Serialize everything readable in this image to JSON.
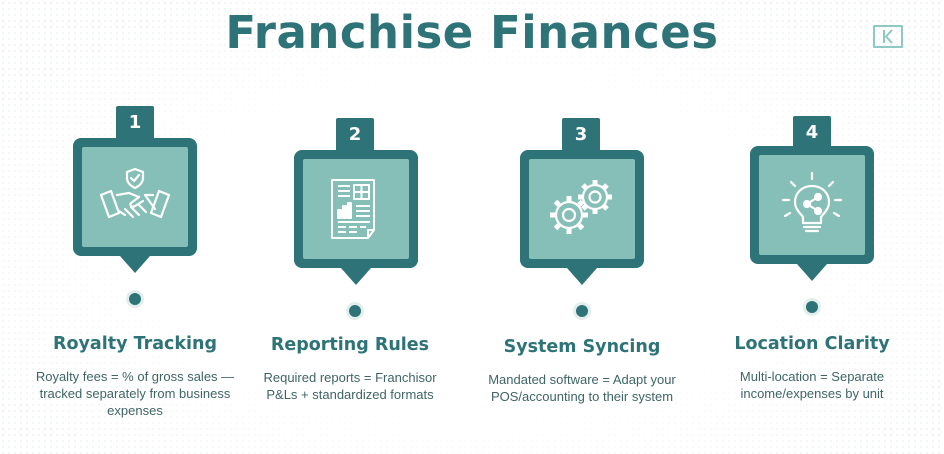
{
  "title": "Franchise Finances",
  "colors": {
    "primary": "#2d7377",
    "panel": "#86bfb7",
    "text": "#3f6466"
  },
  "steps": [
    {
      "number": "1",
      "icon": "handshake-shield-icon",
      "heading": "Royalty Tracking",
      "description": "Royalty fees = % of gross sales — tracked separately from business expenses"
    },
    {
      "number": "2",
      "icon": "report-document-icon",
      "heading": "Reporting Rules",
      "description": "Required reports = Franchisor P&Ls + standardized formats"
    },
    {
      "number": "3",
      "icon": "gears-icon",
      "heading": "System Syncing",
      "description": "Mandated software = Adapt your POS/accounting to their system"
    },
    {
      "number": "4",
      "icon": "lightbulb-icon",
      "heading": "Location Clarity",
      "description": "Multi-location = Separate income/expenses by unit"
    }
  ]
}
